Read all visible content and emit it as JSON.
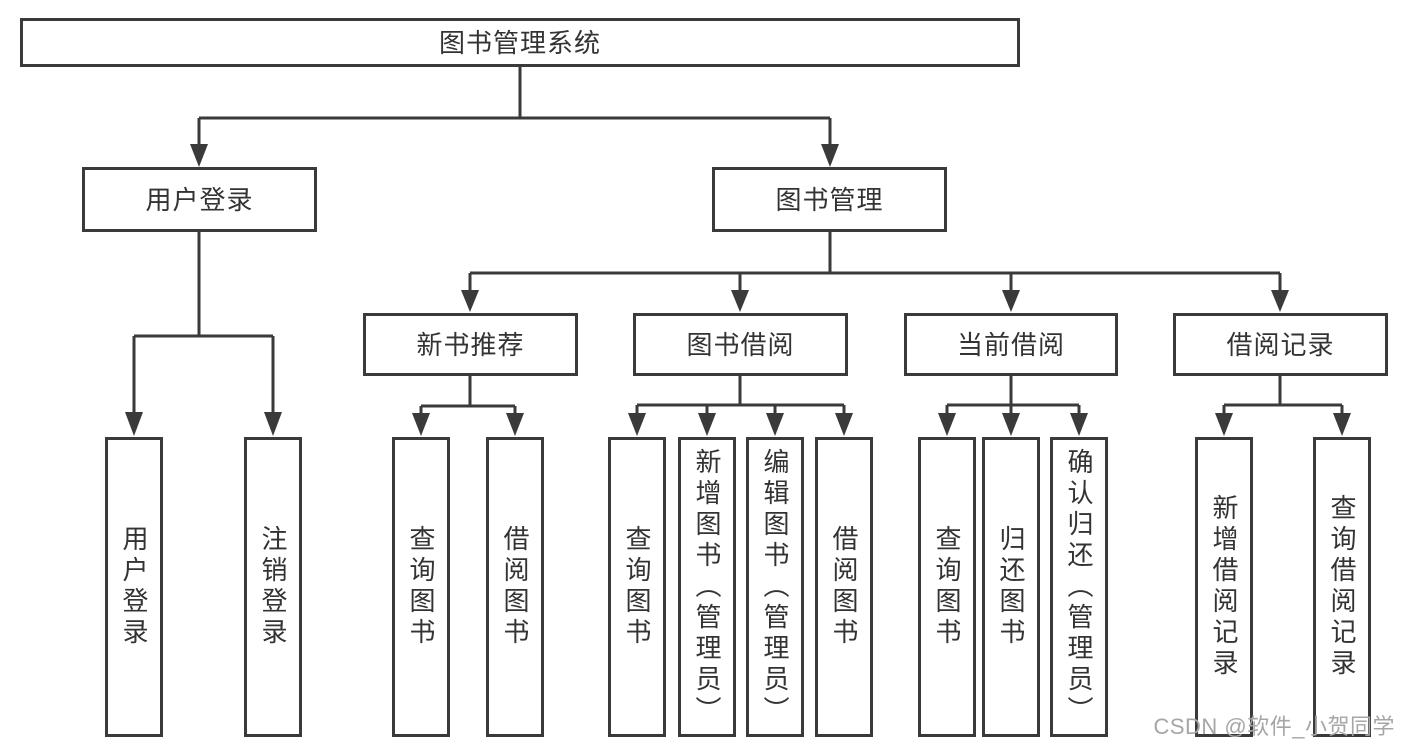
{
  "tree": {
    "root": "图书管理系统",
    "branches": [
      {
        "label": "用户登录",
        "children": [
          "用户登录",
          "注销登录"
        ]
      },
      {
        "label": "图书管理",
        "groups": [
          {
            "label": "新书推荐",
            "children": [
              "查询图书",
              "借阅图书"
            ]
          },
          {
            "label": "图书借阅",
            "children": [
              "查询图书",
              "新增图书（管理员）",
              "编辑图书（管理员）",
              "借阅图书"
            ]
          },
          {
            "label": "当前借阅",
            "children": [
              "查询图书",
              "归还图书",
              "确认归还（管理员）"
            ]
          },
          {
            "label": "借阅记录",
            "children": [
              "新增借阅记录",
              "查询借阅记录"
            ]
          }
        ]
      }
    ]
  },
  "watermark": "CSDN @软件_小贺同学",
  "colors": {
    "line": "#3a3a3a",
    "text": "#333333",
    "watermark": "#a6a6a6",
    "bg": "#ffffff"
  }
}
